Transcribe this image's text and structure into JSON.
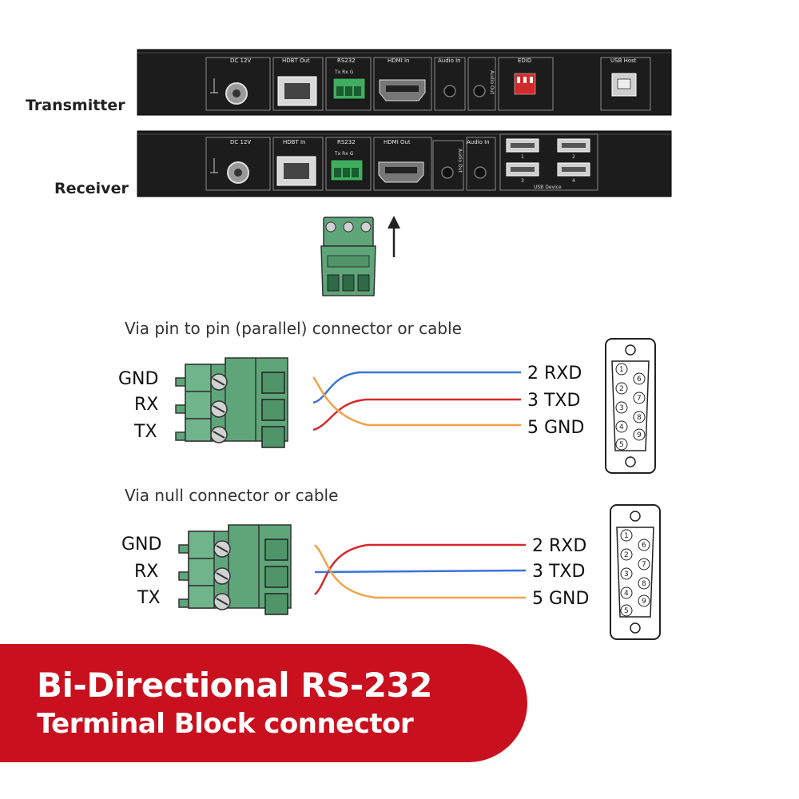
{
  "devices": {
    "transmitter": {
      "label": "Transmitter",
      "ports": {
        "dc": "DC 12V",
        "hdbt": "HDBT Out",
        "rs232": "RS232",
        "rs232_pins": "Tx  Rx  G",
        "hdmi": "HDMI In",
        "audio_in": "Audio In",
        "audio_out": "Audio Out",
        "edid": "EDID",
        "usb": "USB Host"
      }
    },
    "receiver": {
      "label": "Receiver",
      "ports": {
        "dc": "DC 12V",
        "hdbt": "HDBT In",
        "rs232": "RS232",
        "rs232_pins": "Tx  Rx  G",
        "hdmi": "HDMI Out",
        "audio_out": "Audio Out",
        "audio_in": "Audio In",
        "usb": "USB Device",
        "usb_ports": [
          "1",
          "2",
          "3",
          "4"
        ]
      }
    }
  },
  "parallel": {
    "title": "Via pin to pin (parallel) connector or cable",
    "terminal_labels": [
      "GND",
      "RX",
      "TX"
    ],
    "db9_labels": [
      "2 RXD",
      "3 TXD",
      "5 GND"
    ]
  },
  "null": {
    "title": "Via null connector or cable",
    "terminal_labels": [
      "GND",
      "RX",
      "TX"
    ],
    "db9_labels": [
      "2 RXD",
      "3 TXD",
      "5 GND"
    ]
  },
  "db9_pins": [
    "1",
    "2",
    "3",
    "4",
    "5",
    "6",
    "7",
    "8",
    "9"
  ],
  "banner": {
    "line1": "Bi-Directional RS-232",
    "line2": "Terminal Block connector"
  },
  "colors": {
    "panel": "#1c1c1c",
    "terminal_green": "#5fa57a",
    "wire_blue": "#3a74d6",
    "wire_red": "#d42a2a",
    "wire_orange": "#f2a24a",
    "banner_red": "#c8101f"
  }
}
